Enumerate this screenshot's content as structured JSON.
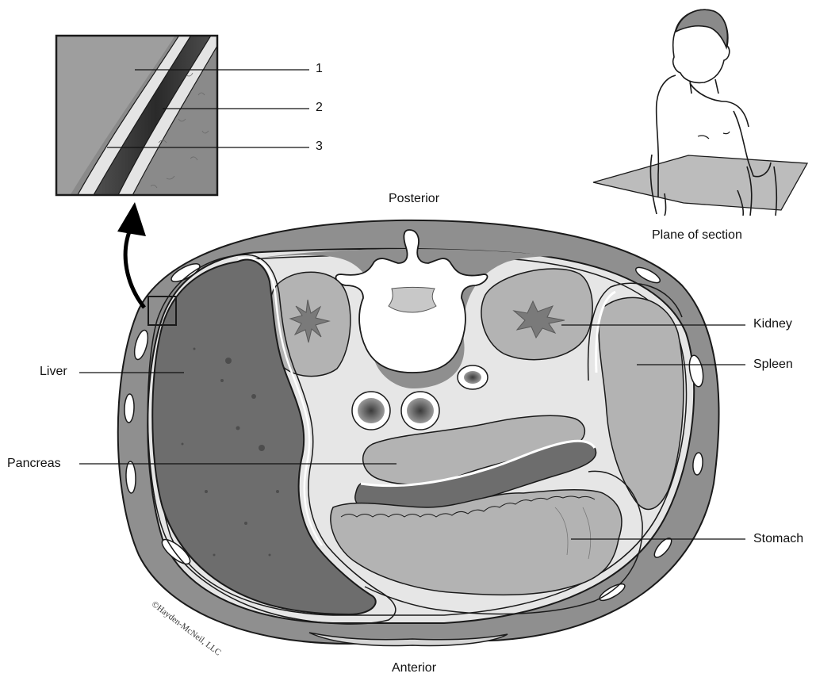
{
  "orientation": {
    "posterior": "Posterior",
    "anterior": "Anterior"
  },
  "inset": {
    "numbers": [
      "1",
      "2",
      "3"
    ]
  },
  "organs": {
    "liver": "Liver",
    "pancreas": "Pancreas",
    "kidney": "Kidney",
    "spleen": "Spleen",
    "stomach": "Stomach"
  },
  "figure": {
    "caption": "Plane of section",
    "credit": "©Hayden-McNeil, LLC"
  },
  "colors": {
    "body_wall": "#8f8f8f",
    "cavity": "#e6e6e6",
    "liver": "#6d6d6d",
    "organ_light": "#b3b3b3",
    "vertebra": "#ffffff",
    "outline": "#1a1a1a"
  }
}
